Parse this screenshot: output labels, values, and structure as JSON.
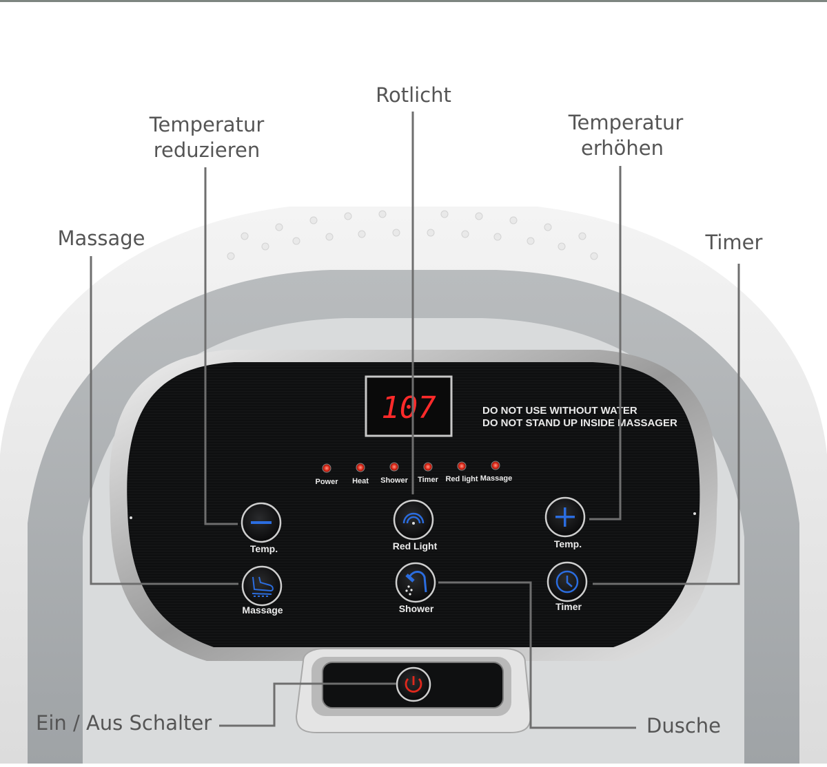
{
  "callouts": {
    "rotlicht": "Rotlicht",
    "temp_down_line1": "Temperatur",
    "temp_down_line2": "reduzieren",
    "temp_up_line1": "Temperatur",
    "temp_up_line2": "erhöhen",
    "massage": "Massage",
    "timer": "Timer",
    "power_switch": "Ein / Aus Schalter",
    "dusche": "Dusche"
  },
  "panel": {
    "display_value": "107",
    "warning_line1": "DO NOT USE WITHOUT WATER",
    "warning_line2": "DO NOT STAND UP INSIDE MASSAGER",
    "indicators": [
      "Power",
      "Heat",
      "Shower",
      "Timer",
      "Red light",
      "Massage"
    ],
    "buttons": {
      "temp_minus": "Temp.",
      "red_light": "Red Light",
      "temp_plus": "Temp.",
      "massage": "Massage",
      "shower": "Shower",
      "timer": "Timer"
    }
  },
  "colors": {
    "panel_black": "#0e0f10",
    "led_red": "#ff2a2a",
    "icon_blue": "#2b6de0",
    "callout_text": "#555555"
  }
}
